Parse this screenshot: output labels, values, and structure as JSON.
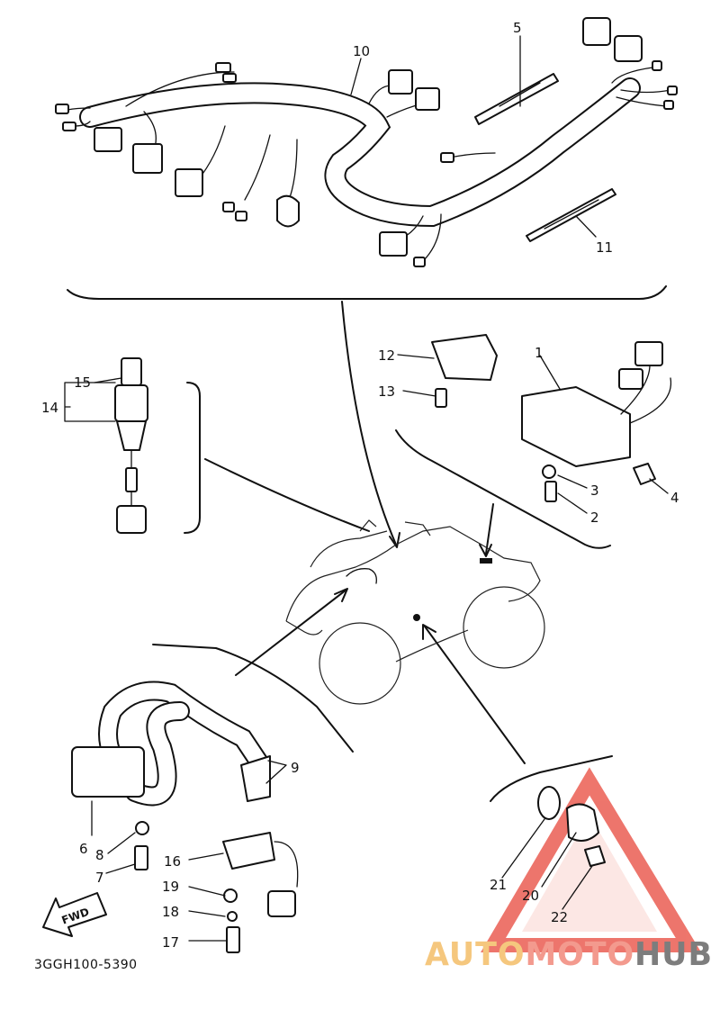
{
  "diagram": {
    "callouts": [
      {
        "id": "1",
        "label": "1"
      },
      {
        "id": "2",
        "label": "2"
      },
      {
        "id": "3",
        "label": "3"
      },
      {
        "id": "4",
        "label": "4"
      },
      {
        "id": "5",
        "label": "5"
      },
      {
        "id": "6",
        "label": "6"
      },
      {
        "id": "7",
        "label": "7"
      },
      {
        "id": "8",
        "label": "8"
      },
      {
        "id": "9",
        "label": "9"
      },
      {
        "id": "10",
        "label": "10"
      },
      {
        "id": "11",
        "label": "11"
      },
      {
        "id": "12",
        "label": "12"
      },
      {
        "id": "13",
        "label": "13"
      },
      {
        "id": "14",
        "label": "14"
      },
      {
        "id": "15",
        "label": "15"
      },
      {
        "id": "16",
        "label": "16"
      },
      {
        "id": "17",
        "label": "17"
      },
      {
        "id": "18",
        "label": "18"
      },
      {
        "id": "19",
        "label": "19"
      },
      {
        "id": "20",
        "label": "20"
      },
      {
        "id": "21",
        "label": "21"
      },
      {
        "id": "22",
        "label": "22"
      }
    ],
    "direction_arrow_label": "FWD",
    "drawing_code": "3GGH100-5390"
  },
  "watermark": {
    "part1": "AUTO",
    "part2": "MOTO",
    "part3": "HUB",
    "colors": {
      "auto": "#f5c77e",
      "moto": "#f39a8e",
      "hub": "#7d7d7d",
      "triangle": "#e8483b"
    }
  }
}
